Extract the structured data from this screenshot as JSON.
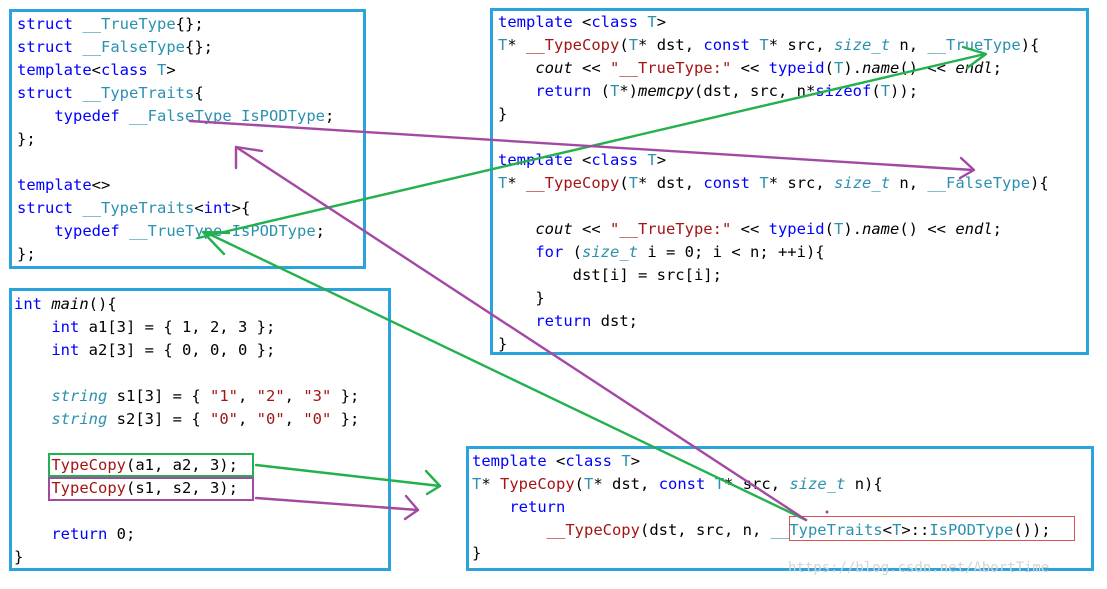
{
  "panels": {
    "traits": {
      "lines": [
        [
          {
            "t": "struct",
            "c": "kw"
          },
          {
            "t": " "
          },
          {
            "t": "__TrueType",
            "c": "ty"
          },
          {
            "t": "{};"
          }
        ],
        [
          {
            "t": "struct",
            "c": "kw"
          },
          {
            "t": " "
          },
          {
            "t": "__FalseType",
            "c": "ty"
          },
          {
            "t": "{};"
          }
        ],
        [
          {
            "t": "template",
            "c": "kw"
          },
          {
            "t": "<"
          },
          {
            "t": "class",
            "c": "kw"
          },
          {
            "t": " "
          },
          {
            "t": "T",
            "c": "ty"
          },
          {
            "t": ">"
          }
        ],
        [
          {
            "t": "struct",
            "c": "kw"
          },
          {
            "t": " "
          },
          {
            "t": "__TypeTraits",
            "c": "ty"
          },
          {
            "t": "{"
          }
        ],
        [
          {
            "t": "    "
          },
          {
            "t": "typedef",
            "c": "kw"
          },
          {
            "t": " "
          },
          {
            "t": "__FalseType",
            "c": "ty"
          },
          {
            "t": " "
          },
          {
            "t": "IsPODType",
            "c": "ty"
          },
          {
            "t": ";"
          }
        ],
        [
          {
            "t": "};"
          }
        ],
        [
          {
            "t": ""
          }
        ],
        [
          {
            "t": "template",
            "c": "kw"
          },
          {
            "t": "<>"
          }
        ],
        [
          {
            "t": "struct",
            "c": "kw"
          },
          {
            "t": " "
          },
          {
            "t": "__TypeTraits",
            "c": "ty"
          },
          {
            "t": "<"
          },
          {
            "t": "int",
            "c": "kw"
          },
          {
            "t": ">{"
          }
        ],
        [
          {
            "t": "    "
          },
          {
            "t": "typedef",
            "c": "kw"
          },
          {
            "t": " "
          },
          {
            "t": "__TrueType",
            "c": "ty"
          },
          {
            "t": " "
          },
          {
            "t": "IsPODType",
            "c": "ty"
          },
          {
            "t": ";"
          }
        ],
        [
          {
            "t": "};"
          }
        ]
      ]
    },
    "main": {
      "lines": [
        [
          {
            "t": "int",
            "c": "kw"
          },
          {
            "t": " "
          },
          {
            "t": "main",
            "c": "it"
          },
          {
            "t": "(){"
          }
        ],
        [
          {
            "t": "    "
          },
          {
            "t": "int",
            "c": "kw"
          },
          {
            "t": " a1[3] = { 1, 2, 3 };"
          }
        ],
        [
          {
            "t": "    "
          },
          {
            "t": "int",
            "c": "kw"
          },
          {
            "t": " a2[3] = { 0, 0, 0 };"
          }
        ],
        [
          {
            "t": ""
          }
        ],
        [
          {
            "t": "    "
          },
          {
            "t": "string",
            "c": "ty it"
          },
          {
            "t": " s1[3] = { "
          },
          {
            "t": "\"1\"",
            "c": "st"
          },
          {
            "t": ", "
          },
          {
            "t": "\"2\"",
            "c": "st"
          },
          {
            "t": ", "
          },
          {
            "t": "\"3\"",
            "c": "st"
          },
          {
            "t": " };"
          }
        ],
        [
          {
            "t": "    "
          },
          {
            "t": "string",
            "c": "ty it"
          },
          {
            "t": " s2[3] = { "
          },
          {
            "t": "\"0\"",
            "c": "st"
          },
          {
            "t": ", "
          },
          {
            "t": "\"0\"",
            "c": "st"
          },
          {
            "t": ", "
          },
          {
            "t": "\"0\"",
            "c": "st"
          },
          {
            "t": " };"
          }
        ],
        [
          {
            "t": ""
          }
        ],
        [
          {
            "t": "    "
          },
          {
            "t": "TypeCopy",
            "c": "st"
          },
          {
            "t": "(a1, a2, 3);"
          }
        ],
        [
          {
            "t": "    "
          },
          {
            "t": "TypeCopy",
            "c": "st"
          },
          {
            "t": "(s1, s2, 3);"
          }
        ],
        [
          {
            "t": ""
          }
        ],
        [
          {
            "t": "    "
          },
          {
            "t": "return",
            "c": "kw"
          },
          {
            "t": " 0;"
          }
        ],
        [
          {
            "t": "}"
          }
        ]
      ]
    },
    "copy_true_false": {
      "lines": [
        [
          {
            "t": "template",
            "c": "kw"
          },
          {
            "t": " <"
          },
          {
            "t": "class",
            "c": "kw"
          },
          {
            "t": " "
          },
          {
            "t": "T",
            "c": "ty"
          },
          {
            "t": ">"
          }
        ],
        [
          {
            "t": "T",
            "c": "ty"
          },
          {
            "t": "* "
          },
          {
            "t": "__TypeCopy",
            "c": "st"
          },
          {
            "t": "("
          },
          {
            "t": "T",
            "c": "ty"
          },
          {
            "t": "* dst, "
          },
          {
            "t": "const",
            "c": "kw"
          },
          {
            "t": " "
          },
          {
            "t": "T",
            "c": "ty"
          },
          {
            "t": "* src, "
          },
          {
            "t": "size_t",
            "c": "ty it"
          },
          {
            "t": " n, "
          },
          {
            "t": "__TrueType",
            "c": "ty"
          },
          {
            "t": "){"
          }
        ],
        [
          {
            "t": "    "
          },
          {
            "t": "cout",
            "c": "it"
          },
          {
            "t": " << "
          },
          {
            "t": "\"__TrueType:\"",
            "c": "st"
          },
          {
            "t": " << "
          },
          {
            "t": "typeid",
            "c": "kw"
          },
          {
            "t": "("
          },
          {
            "t": "T",
            "c": "ty"
          },
          {
            "t": ")."
          },
          {
            "t": "name",
            "c": "it"
          },
          {
            "t": "() << "
          },
          {
            "t": "endl",
            "c": "it"
          },
          {
            "t": ";"
          }
        ],
        [
          {
            "t": "    "
          },
          {
            "t": "return",
            "c": "kw"
          },
          {
            "t": " ("
          },
          {
            "t": "T",
            "c": "ty"
          },
          {
            "t": "*)"
          },
          {
            "t": "memcpy",
            "c": "it"
          },
          {
            "t": "(dst, src, n*"
          },
          {
            "t": "sizeof",
            "c": "kw"
          },
          {
            "t": "("
          },
          {
            "t": "T",
            "c": "ty"
          },
          {
            "t": "));"
          }
        ],
        [
          {
            "t": "}"
          }
        ],
        [
          {
            "t": ""
          }
        ],
        [
          {
            "t": "template",
            "c": "kw"
          },
          {
            "t": " <"
          },
          {
            "t": "class",
            "c": "kw"
          },
          {
            "t": " "
          },
          {
            "t": "T",
            "c": "ty"
          },
          {
            "t": ">"
          }
        ],
        [
          {
            "t": "T",
            "c": "ty"
          },
          {
            "t": "* "
          },
          {
            "t": "__TypeCopy",
            "c": "st"
          },
          {
            "t": "("
          },
          {
            "t": "T",
            "c": "ty"
          },
          {
            "t": "* dst, "
          },
          {
            "t": "const",
            "c": "kw"
          },
          {
            "t": " "
          },
          {
            "t": "T",
            "c": "ty"
          },
          {
            "t": "* src, "
          },
          {
            "t": "size_t",
            "c": "ty it"
          },
          {
            "t": " n, "
          },
          {
            "t": "__FalseType",
            "c": "ty"
          },
          {
            "t": "){"
          }
        ],
        [
          {
            "t": ""
          }
        ],
        [
          {
            "t": "    "
          },
          {
            "t": "cout",
            "c": "it"
          },
          {
            "t": " << "
          },
          {
            "t": "\"__TrueType:\"",
            "c": "st"
          },
          {
            "t": " << "
          },
          {
            "t": "typeid",
            "c": "kw"
          },
          {
            "t": "("
          },
          {
            "t": "T",
            "c": "ty"
          },
          {
            "t": ")."
          },
          {
            "t": "name",
            "c": "it"
          },
          {
            "t": "() << "
          },
          {
            "t": "endl",
            "c": "it"
          },
          {
            "t": ";"
          }
        ],
        [
          {
            "t": "    "
          },
          {
            "t": "for",
            "c": "kw"
          },
          {
            "t": " ("
          },
          {
            "t": "size_t",
            "c": "ty it"
          },
          {
            "t": " i = 0; i < n; ++i){"
          }
        ],
        [
          {
            "t": "        dst[i] = src[i];"
          }
        ],
        [
          {
            "t": "    }"
          }
        ],
        [
          {
            "t": "    "
          },
          {
            "t": "return",
            "c": "kw"
          },
          {
            "t": " dst;"
          }
        ],
        [
          {
            "t": "}"
          }
        ]
      ]
    },
    "typecopy": {
      "lines": [
        [
          {
            "t": "template",
            "c": "kw"
          },
          {
            "t": " <"
          },
          {
            "t": "class",
            "c": "kw"
          },
          {
            "t": " "
          },
          {
            "t": "T",
            "c": "ty"
          },
          {
            "t": ">"
          }
        ],
        [
          {
            "t": "T",
            "c": "ty"
          },
          {
            "t": "* "
          },
          {
            "t": "TypeCopy",
            "c": "st"
          },
          {
            "t": "("
          },
          {
            "t": "T",
            "c": "ty"
          },
          {
            "t": "* dst, "
          },
          {
            "t": "const",
            "c": "kw"
          },
          {
            "t": " "
          },
          {
            "t": "T",
            "c": "ty"
          },
          {
            "t": "* src, "
          },
          {
            "t": "size_t",
            "c": "ty it"
          },
          {
            "t": " n){"
          }
        ],
        [
          {
            "t": "    "
          },
          {
            "t": "return",
            "c": "kw"
          }
        ],
        [
          {
            "t": "        "
          },
          {
            "t": "__TypeCopy",
            "c": "st"
          },
          {
            "t": "(dst, src, n, "
          },
          {
            "t": "__TypeTraits",
            "c": "ty"
          },
          {
            "t": "<"
          },
          {
            "t": "T",
            "c": "ty"
          },
          {
            "t": ">::"
          },
          {
            "t": "IsPODType",
            "c": "ty"
          },
          {
            "t": "());"
          }
        ],
        [
          {
            "t": "}"
          }
        ]
      ]
    }
  },
  "colors": {
    "panel_border": "#2ba4dc",
    "green": "#22b14c",
    "purple": "#a349a4",
    "red_box": "#d9534f"
  },
  "watermark": "https://blog.csdn.net/AbortTime"
}
